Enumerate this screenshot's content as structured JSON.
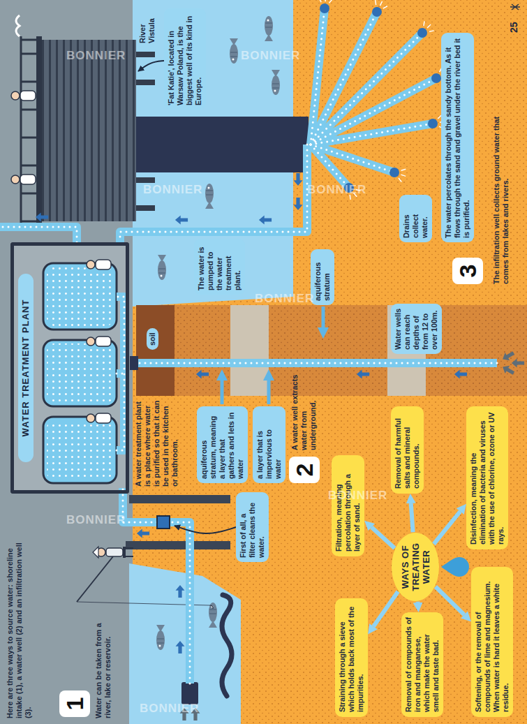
{
  "diagram": {
    "nodes": [
      {
        "text": [
          "1"
        ]
      },
      {
        "text": [
          "WATER TREATMENT PLANT"
        ]
      },
      {
        "text": [
          "First of all, a filter cleans the water."
        ]
      },
      {
        "text": [
          "soil"
        ]
      },
      {
        "text": [
          "aquiferous stratum, meaning a layer that gathers and lets in water"
        ]
      },
      {
        "text": [
          "a layer that is impervious to water"
        ]
      },
      {
        "text": [
          "2"
        ]
      },
      {
        "text": [
          "aquiferous stratum"
        ]
      },
      {
        "text": [
          "Water wells can reach depths of from 12 to over 100m."
        ]
      },
      {
        "text": [
          "'Fat Katie', located in Warsaw Poland, is the biggest well of its kind in Europe."
        ]
      },
      {
        "text": [
          "The water is pumped to the water treatment plant."
        ]
      },
      {
        "text": [
          "Drains collect water."
        ]
      },
      {
        "text": [
          "3"
        ]
      },
      {
        "text": [
          "The water percolates through the sandy bottom. As it flows through the sand and gravel under the river bed it is purified."
        ]
      },
      {
        "text": [
          "WAYS OF TREATING WATER"
        ]
      },
      {
        "text": [
          "Straining through a sieve which holds back most of the impurities."
        ]
      },
      {
        "text": [
          "Removal of compounds of iron and manganese, which make the water smell and taste bad."
        ]
      },
      {
        "text": [
          "Softening, or the removal of compounds of lime and magnesium. When water is hard it leaves a white residue."
        ]
      },
      {
        "text": [
          "Filtration, meaning percolation through a layer of sand."
        ]
      },
      {
        "text": [
          "Removal of harmful salts and mineral compounds."
        ]
      },
      {
        "text": [
          "Disinfection, meaning the elimination of bacteria and viruses with the use of chlorine, ozone or UV rays."
        ]
      }
    ],
    "edges": [
      {
        "from": 14,
        "to": 15,
        "arrow": "to"
      },
      {
        "from": 14,
        "to": 16,
        "arrow": "to"
      },
      {
        "from": 14,
        "to": 17,
        "arrow": "to"
      },
      {
        "from": 14,
        "to": 18,
        "arrow": "to"
      },
      {
        "from": 14,
        "to": 19,
        "arrow": "to"
      },
      {
        "from": 14,
        "to": 20,
        "arrow": "to"
      }
    ],
    "labels": [
      "Here are three ways to source water: shoreline intake (1), a water well (2) and an infiltration well (3).",
      "Water can be taken from a river, lake or reservoir.",
      "A water treatment plant is a place where water is purified so that it can be used in the kitchen or bathroom.",
      "A water well extracts water from underground.",
      "River Vistula",
      "The infiltration well collects ground water that comes from lakes and rivers.",
      "25",
      "BONNIER",
      "BONNIER",
      "BONNIER",
      "BONNIER",
      "BONNIER",
      "BONNIER",
      "BONNIER",
      "BONNIER"
    ]
  }
}
